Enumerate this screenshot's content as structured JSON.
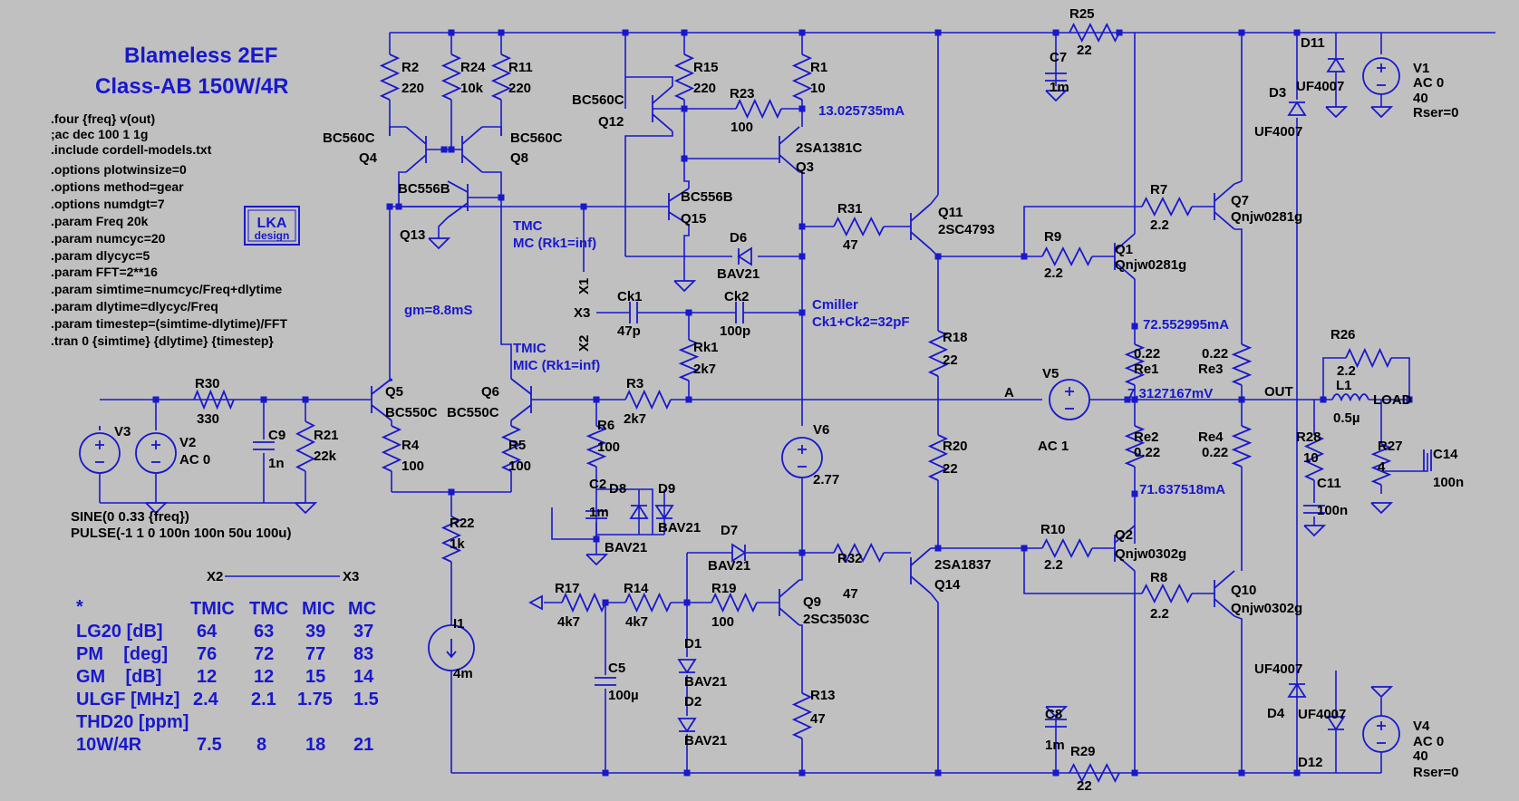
{
  "title": {
    "line1": "Blameless 2EF",
    "line2": "Class-AB 150W/4R"
  },
  "directives": [
    ".four {freq} v(out)",
    ";ac dec 100 1 1g",
    ".include cordell-models.txt",
    ".options plotwinsize=0",
    ".options method=gear",
    ".options numdgt=7",
    ".param Freq 20k",
    ".param numcyc=20",
    ".param dlycyc=5",
    ".param FFT=2**16",
    ".param simtime=numcyc/Freq+dlytime",
    ".param dlytime=dlycyc/Freq",
    ".param timestep=(simtime-dlytime)/FFT",
    ".tran 0 {simtime} {dlytime} {timestep}"
  ],
  "logo": {
    "line1": "LKA",
    "line2": "design"
  },
  "annotations": {
    "gm": "gm=8.8mS",
    "tmc1": "TMC",
    "tmc2": "MC  (Rk1=inf)",
    "tmic1": "TMIC",
    "tmic2": "MIC  (Rk1=inf)",
    "cmiller1": "Cmiller",
    "cmiller2": "Ck1+Ck2=32pF",
    "i_r1": "13.025735mA",
    "i_re1": "72.552995mA",
    "i_re2": "71.637518mA",
    "v_out": "7.3127167mV",
    "src_sine": "SINE(0 0.33 {freq})",
    "src_pulse": "PULSE(-1 1 0 100n 100n 50u 100u)",
    "x2": "X2",
    "x3": "X3"
  },
  "table": {
    "header": [
      "*",
      "TMIC",
      "TMC",
      "MIC",
      "MC"
    ],
    "rows": [
      [
        "LG20 [dB]",
        "64",
        "63",
        "39",
        "37"
      ],
      [
        "PM    [deg]",
        "76",
        "72",
        "77",
        "83"
      ],
      [
        "GM    [dB]",
        "12",
        "12",
        "15",
        "14"
      ],
      [
        "ULGF [MHz]",
        "2.4",
        "2.1",
        "1.75",
        "1.5"
      ],
      [
        "THD20 [ppm]",
        "",
        "",
        "",
        ""
      ],
      [
        "10W/4R",
        "7.5",
        "8",
        "18",
        "21"
      ]
    ]
  },
  "parts": {
    "R2": {
      "name": "R2",
      "value": "220"
    },
    "R24": {
      "name": "R24",
      "value": "10k"
    },
    "R11": {
      "name": "R11",
      "value": "220"
    },
    "R15": {
      "name": "R15",
      "value": "220"
    },
    "R23": {
      "name": "R23",
      "value": "100"
    },
    "R1": {
      "name": "R1",
      "value": "10"
    },
    "R25": {
      "name": "R25",
      "value": "22"
    },
    "C7": {
      "name": "C7",
      "value": "1m"
    },
    "Q4": {
      "name": "Q4",
      "model": "BC560C"
    },
    "Q8": {
      "name": "Q8",
      "model": "BC560C"
    },
    "Q13": {
      "name": "Q13",
      "model": "BC556B"
    },
    "Q12": {
      "name": "Q12",
      "model": "BC560C"
    },
    "Q15": {
      "name": "Q15",
      "model": "BC556B"
    },
    "Q3": {
      "name": "Q3",
      "model": "2SA1381C"
    },
    "D6": {
      "name": "D6",
      "model": "BAV21"
    },
    "R31": {
      "name": "R31",
      "value": "47"
    },
    "Q11": {
      "name": "Q11",
      "model": "2SC4793"
    },
    "R9": {
      "name": "R9",
      "value": "2.2"
    },
    "Q1": {
      "name": "Q1",
      "model": "Qnjw0281g"
    },
    "R7": {
      "name": "R7",
      "value": "2.2"
    },
    "Q7": {
      "name": "Q7",
      "model": "Qnjw0281g"
    },
    "D11": {
      "name": "D11",
      "model": "UF4007"
    },
    "D3": {
      "name": "D3",
      "model": "UF4007"
    },
    "V1": {
      "name": "V1",
      "spec1": "AC 0",
      "spec2": "40",
      "spec3": "Rser=0"
    },
    "X1": {
      "name": "X1"
    },
    "Ck1": {
      "name": "Ck1",
      "value": "47p"
    },
    "Ck2": {
      "name": "Ck2",
      "value": "100p"
    },
    "Rk1": {
      "name": "Rk1",
      "value": "2k7"
    },
    "R18": {
      "name": "R18",
      "value": "22"
    },
    "Re1": {
      "name": "Re1",
      "value": "0.22"
    },
    "Re3": {
      "name": "Re3",
      "value": "0.22"
    },
    "R26": {
      "name": "R26",
      "value": "2.2"
    },
    "L1": {
      "name": "L1",
      "value": "0.5µ"
    },
    "R30": {
      "name": "R30",
      "value": "330"
    },
    "V3": {
      "name": "V3"
    },
    "V2": {
      "name": "V2",
      "spec1": "AC 0"
    },
    "C9": {
      "name": "C9",
      "value": "1n"
    },
    "R21": {
      "name": "R21",
      "value": "22k"
    },
    "Q5": {
      "name": "Q5",
      "model": "BC550C"
    },
    "Q6": {
      "name": "Q6",
      "model": "BC550C"
    },
    "R3": {
      "name": "R3",
      "value": "2k7"
    },
    "A": {
      "name": "A"
    },
    "V5": {
      "name": "V5",
      "spec1": "AC 1"
    },
    "OUT": {
      "name": "OUT"
    },
    "LOAD": {
      "name": "LOAD"
    },
    "R4": {
      "name": "R4",
      "value": "100"
    },
    "R5": {
      "name": "R5",
      "value": "100"
    },
    "R6": {
      "name": "R6",
      "value": "100"
    },
    "V6": {
      "name": "V6",
      "value": "2.77"
    },
    "R20": {
      "name": "R20",
      "value": "22"
    },
    "Re2": {
      "name": "Re2",
      "value": "0.22"
    },
    "Re4": {
      "name": "Re4",
      "value": "0.22"
    },
    "R28": {
      "name": "R28",
      "value": "10"
    },
    "R27": {
      "name": "R27",
      "value": "4"
    },
    "C14": {
      "name": "C14",
      "value": "100n"
    },
    "C11": {
      "name": "C11",
      "value": "100n"
    },
    "C2": {
      "name": "C2",
      "value": "1m"
    },
    "D8": {
      "name": "D8",
      "model": "BAV21"
    },
    "D9": {
      "name": "D9",
      "model": "BAV21"
    },
    "R22": {
      "name": "R22",
      "value": "1k"
    },
    "D7": {
      "name": "D7",
      "model": "BAV21"
    },
    "R32": {
      "name": "R32",
      "value": "47"
    },
    "Q14": {
      "name": "Q14",
      "model": "2SA1837"
    },
    "R10": {
      "name": "R10",
      "value": "2.2"
    },
    "Q2": {
      "name": "Q2",
      "model": "Qnjw0302g"
    },
    "R8": {
      "name": "R8",
      "value": "2.2"
    },
    "Q10": {
      "name": "Q10",
      "model": "Qnjw0302g"
    },
    "R17": {
      "name": "R17",
      "value": "4k7"
    },
    "R14": {
      "name": "R14",
      "value": "4k7"
    },
    "R19": {
      "name": "R19",
      "value": "100"
    },
    "Q9": {
      "name": "Q9",
      "model": "2SC3503C"
    },
    "I1": {
      "name": "I1",
      "value": "4m"
    },
    "C5": {
      "name": "C5",
      "value": "100µ"
    },
    "D1": {
      "name": "D1",
      "model": "BAV21"
    },
    "D2": {
      "name": "D2",
      "model": "BAV21"
    },
    "R13": {
      "name": "R13",
      "value": "47"
    },
    "C8": {
      "name": "C8",
      "value": "1m"
    },
    "R29": {
      "name": "R29",
      "value": "22"
    },
    "D4": {
      "name": "D4",
      "model": "UF4007"
    },
    "D12": {
      "name": "D12",
      "model": "UF4007"
    },
    "V4": {
      "name": "V4",
      "spec1": "AC 0",
      "spec2": "40",
      "spec3": "Rser=0"
    }
  }
}
